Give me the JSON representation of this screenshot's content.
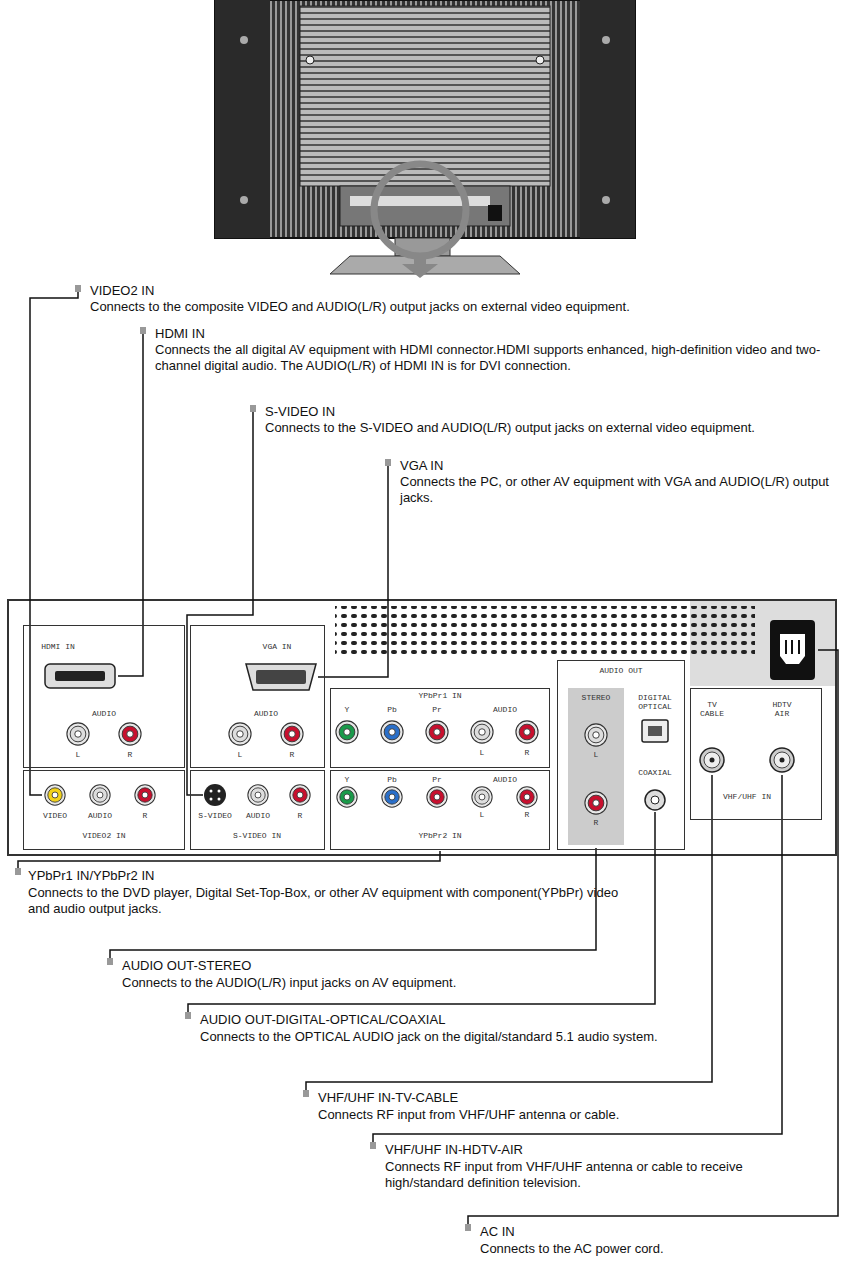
{
  "diagram": {
    "nodes": [
      {
        "text": [
          "HDMI IN",
          "AUDIO",
          "L",
          "R"
        ]
      },
      {
        "text": [
          "VGA IN",
          "AUDIO",
          "L",
          "R"
        ]
      },
      {
        "text": [
          "YPbPr1 IN",
          "Y",
          "Pb",
          "Pr",
          "AUDIO",
          "L",
          "R"
        ]
      },
      {
        "text": [
          "VIDEO",
          "AUDIO",
          "R",
          "VIDEO2 IN"
        ]
      },
      {
        "text": [
          "S-VIDEO",
          "AUDIO",
          "R",
          "S-VIDEO IN"
        ]
      },
      {
        "text": [
          "Y",
          "Pb",
          "Pr",
          "AUDIO",
          "L",
          "R",
          "YPbPr2 IN"
        ]
      },
      {
        "text": [
          "AUDIO OUT",
          "STEREO",
          "L",
          "R",
          "DIGITAL OPTICAL",
          "COAXIAL"
        ]
      },
      {
        "text": [
          "TV CABLE",
          "HDTV AIR",
          "VHF/UHF IN"
        ]
      }
    ],
    "labels": [
      "VIDEO2 IN",
      "Connects to the composite VIDEO and AUDIO(L/R) output jacks on external video equipment.",
      "HDMI IN",
      "Connects the all digital AV equipment with HDMI connector.HDMI supports enhanced, high-definition video and two-channel digital audio. The AUDIO(L/R) of HDMI IN is for DVI connection.",
      "S-VIDEO IN",
      "Connects to the S-VIDEO and AUDIO(L/R) output jacks on external video equipment.",
      "VGA IN",
      "Connects the PC, or other AV equipment with VGA and AUDIO(L/R) output jacks.",
      "YPbPr1 IN/YPbPr2 IN",
      "Connects to the DVD player, Digital Set-Top-Box, or other AV equipment with component(YPbPr) video and audio output jacks.",
      "AUDIO OUT-STEREO",
      "Connects to the AUDIO(L/R) input jacks on AV equipment.",
      "AUDIO OUT-DIGITAL-OPTICAL/COAXIAL",
      "Connects to the OPTICAL AUDIO jack on the digital/standard 5.1 audio system.",
      "VHF/UHF IN-TV-CABLE",
      "Connects RF input from VHF/UHF antenna or cable.",
      "VHF/UHF IN-HDTV-AIR",
      "Connects RF input from VHF/UHF antenna or cable to receive high/standard definition television.",
      "AC IN",
      "Connects to the AC power cord."
    ]
  }
}
